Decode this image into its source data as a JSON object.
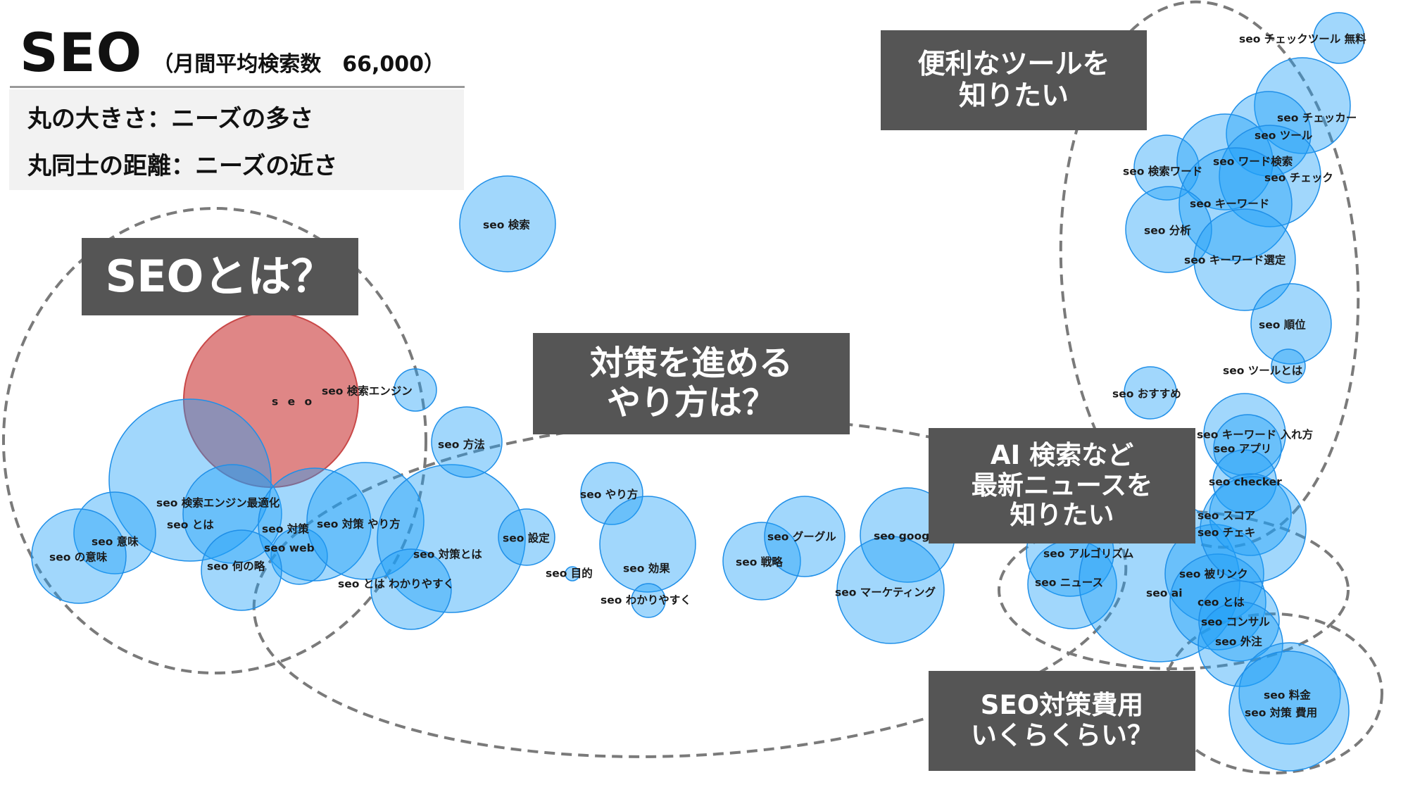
{
  "header": {
    "title": "SEO",
    "subtitle": "（月間平均検索数　66,000）",
    "legend": {
      "size_rule": "丸の大きさ：ニーズの多さ",
      "distance_rule": "丸同士の距離：ニーズの近さ"
    }
  },
  "colors": {
    "bubble_fill": "#1ea0f7",
    "bubble_stroke": "#1f8fe8",
    "main_bubble_fill": "#dd7f7f",
    "main_bubble_stroke": "#c94848",
    "callout_bg": "#555555",
    "callout_text": "#ffffff",
    "dashed_outline": "#7a7a7a"
  },
  "callouts": [
    {
      "id": "what-is-seo",
      "lines": [
        "SEOとは？"
      ]
    },
    {
      "id": "how-to-proceed",
      "lines": [
        "対策を進める",
        "やり方は？"
      ]
    },
    {
      "id": "useful-tools",
      "lines": [
        "便利なツールを",
        "知りたい"
      ]
    },
    {
      "id": "latest-news",
      "lines": [
        "AI 検索など",
        "最新ニュースを",
        "知りたい"
      ]
    },
    {
      "id": "cost",
      "lines": [
        "SEO対策費用",
        "いくらくらい？"
      ]
    }
  ],
  "bubbles": [
    {
      "label": "s e o",
      "main": true
    },
    {
      "label": "seo 検索エンジン"
    },
    {
      "label": "seo 検索エンジン最適化"
    },
    {
      "label": "seo とは"
    },
    {
      "label": "seo 意味"
    },
    {
      "label": "seo の意味"
    },
    {
      "label": "seo 対策"
    },
    {
      "label": "seo web"
    },
    {
      "label": "seo 何の略"
    },
    {
      "label": "seo 対策 やり方"
    },
    {
      "label": "seo 対策とは"
    },
    {
      "label": "seo とは わかりやすく"
    },
    {
      "label": "seo 方法"
    },
    {
      "label": "seo 設定"
    },
    {
      "label": "seo 検索"
    },
    {
      "label": "seo やり方"
    },
    {
      "label": "seo 目的"
    },
    {
      "label": "seo 効果"
    },
    {
      "label": "seo わかりやすく"
    },
    {
      "label": "seo 戦略"
    },
    {
      "label": "seo グーグル"
    },
    {
      "label": "seo google"
    },
    {
      "label": "seo マーケティング"
    },
    {
      "label": "seo アルゴリズム"
    },
    {
      "label": "seo ニュース"
    },
    {
      "label": "seo ai"
    },
    {
      "label": "seo 被リンク"
    },
    {
      "label": "ceo とは"
    },
    {
      "label": "seo コンサル"
    },
    {
      "label": "seo 外注"
    },
    {
      "label": "seo 料金"
    },
    {
      "label": "seo 対策 費用"
    },
    {
      "label": "seo チェックツール 無料"
    },
    {
      "label": "seo チェッカー"
    },
    {
      "label": "seo ツール"
    },
    {
      "label": "seo 検索ワード"
    },
    {
      "label": "seo ワード検索"
    },
    {
      "label": "seo チェック"
    },
    {
      "label": "seo キーワード"
    },
    {
      "label": "seo 分析"
    },
    {
      "label": "seo キーワード選定"
    },
    {
      "label": "seo 順位"
    },
    {
      "label": "seo ツールとは"
    },
    {
      "label": "seo おすすめ"
    },
    {
      "label": "seo キーワード 入れ方"
    },
    {
      "label": "seo アプリ"
    },
    {
      "label": "seo checker"
    },
    {
      "label": "seo スコア"
    },
    {
      "label": "seo チェキ"
    }
  ]
}
